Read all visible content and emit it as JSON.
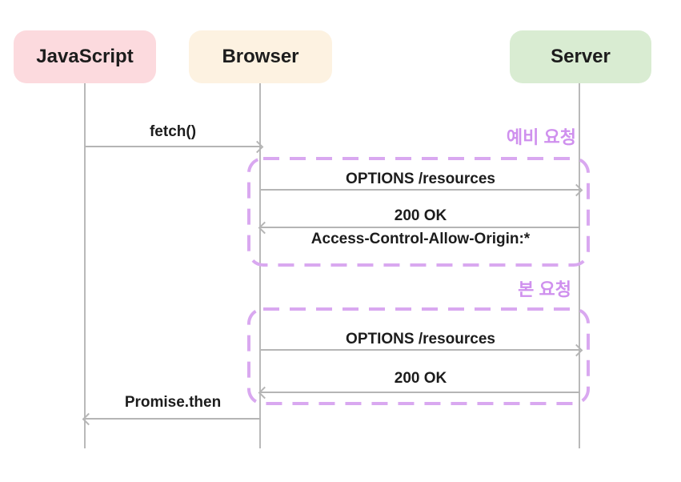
{
  "diagram": {
    "type": "sequence-diagram",
    "topic": "CORS preflight request flow",
    "actors": [
      {
        "id": "javascript",
        "label": "JavaScript",
        "color": "#fcdade"
      },
      {
        "id": "browser",
        "label": "Browser",
        "color": "#fdf2e1"
      },
      {
        "id": "server",
        "label": "Server",
        "color": "#d9ecd2"
      }
    ],
    "messages": [
      {
        "label": "fetch()",
        "from": "JavaScript",
        "to": "Browser"
      },
      {
        "label": "OPTIONS /resources",
        "from": "Browser",
        "to": "Server"
      },
      {
        "label": "200 OK",
        "header": "Access-Control-Allow-Origin:*",
        "from": "Server",
        "to": "Browser"
      },
      {
        "label": "OPTIONS /resources",
        "from": "Browser",
        "to": "Server"
      },
      {
        "label": "200 OK",
        "from": "Server",
        "to": "Browser"
      },
      {
        "label": "Promise.then",
        "from": "Browser",
        "to": "JavaScript"
      }
    ],
    "groups": [
      {
        "label": "예비 요청"
      },
      {
        "label": "본 요청"
      }
    ],
    "colors": {
      "lifeline": "#b9b9b9",
      "arrow": "#b5b5b5",
      "group_border": "#d9a8f0",
      "group_label": "#cf90ee",
      "text": "#1c1c1c",
      "background": "#ffffff"
    }
  }
}
